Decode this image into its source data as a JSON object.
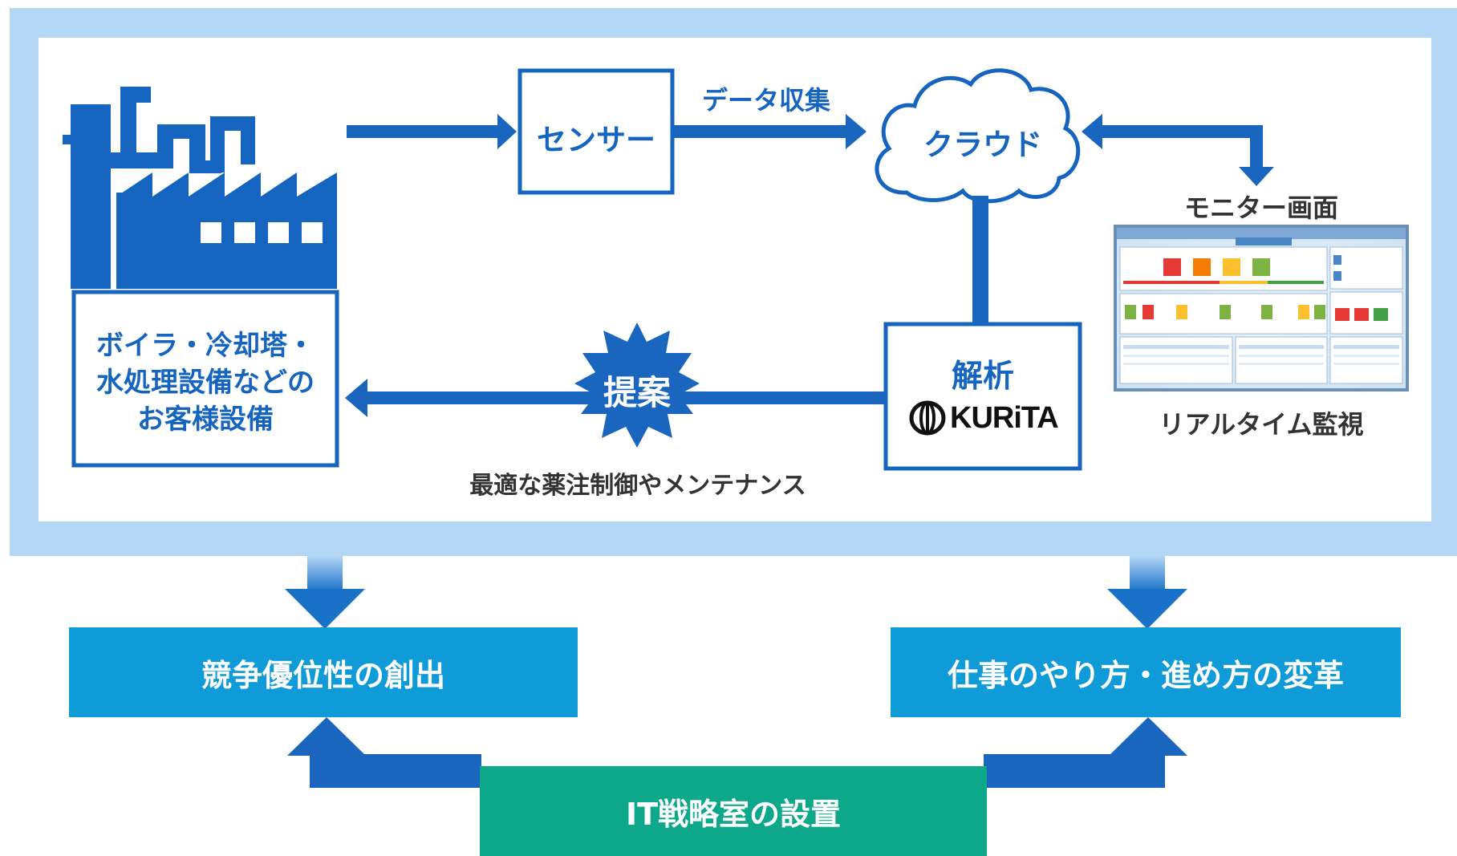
{
  "colors": {
    "frame": "#b4d6f5",
    "primary_blue": "#1565c0",
    "arrow_blue": "#1a66bf",
    "outcome_bg": "#0f9bd7",
    "foundation_bg": "#0da88a",
    "text_dark": "#333333",
    "text_white": "#ffffff"
  },
  "diagram": {
    "customer_equipment": "ボイラ・冷却塔・\n水処理設備などの\nお客様設備",
    "sensor": "センサー",
    "data_collection": "データ収集",
    "cloud": "クラウド",
    "monitor_screen": "モニター画面",
    "realtime_monitoring": "リアルタイム監視",
    "analysis": "解析",
    "company_logo": "KURiTA",
    "proposal": "提案",
    "proposal_detail": "最適な薬注制御やメンテナンス"
  },
  "outcomes": {
    "left": "競争優位性の創出",
    "right": "仕事のやり方・進め方の変革"
  },
  "foundation": "IT戦略室の設置",
  "icons": {
    "factory": "factory-icon",
    "cloud": "cloud-icon",
    "proposal_burst": "starburst-icon",
    "monitor": "monitor-screenshot",
    "logo_mark": "kurita-logo-mark"
  }
}
